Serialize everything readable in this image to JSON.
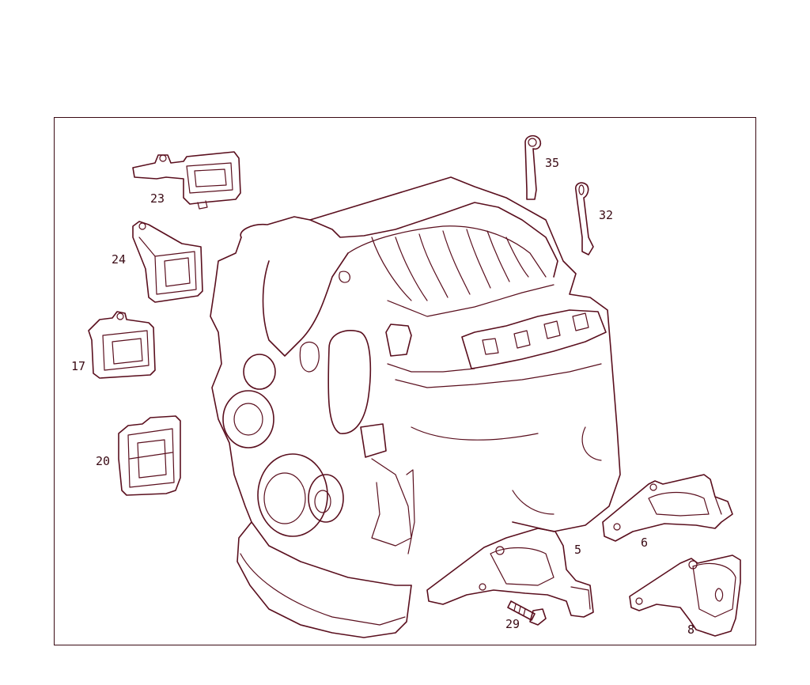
{
  "diagram": {
    "callouts": [
      {
        "id": "c35",
        "label": "35"
      },
      {
        "id": "c32",
        "label": "32"
      },
      {
        "id": "c23",
        "label": "23"
      },
      {
        "id": "c24",
        "label": "24"
      },
      {
        "id": "c17",
        "label": "17"
      },
      {
        "id": "c20",
        "label": "20"
      },
      {
        "id": "c5",
        "label": "5"
      },
      {
        "id": "c6",
        "label": "6"
      },
      {
        "id": "c29",
        "label": "29"
      },
      {
        "id": "c8",
        "label": "8"
      }
    ],
    "line_color": "#5a0f1e"
  }
}
